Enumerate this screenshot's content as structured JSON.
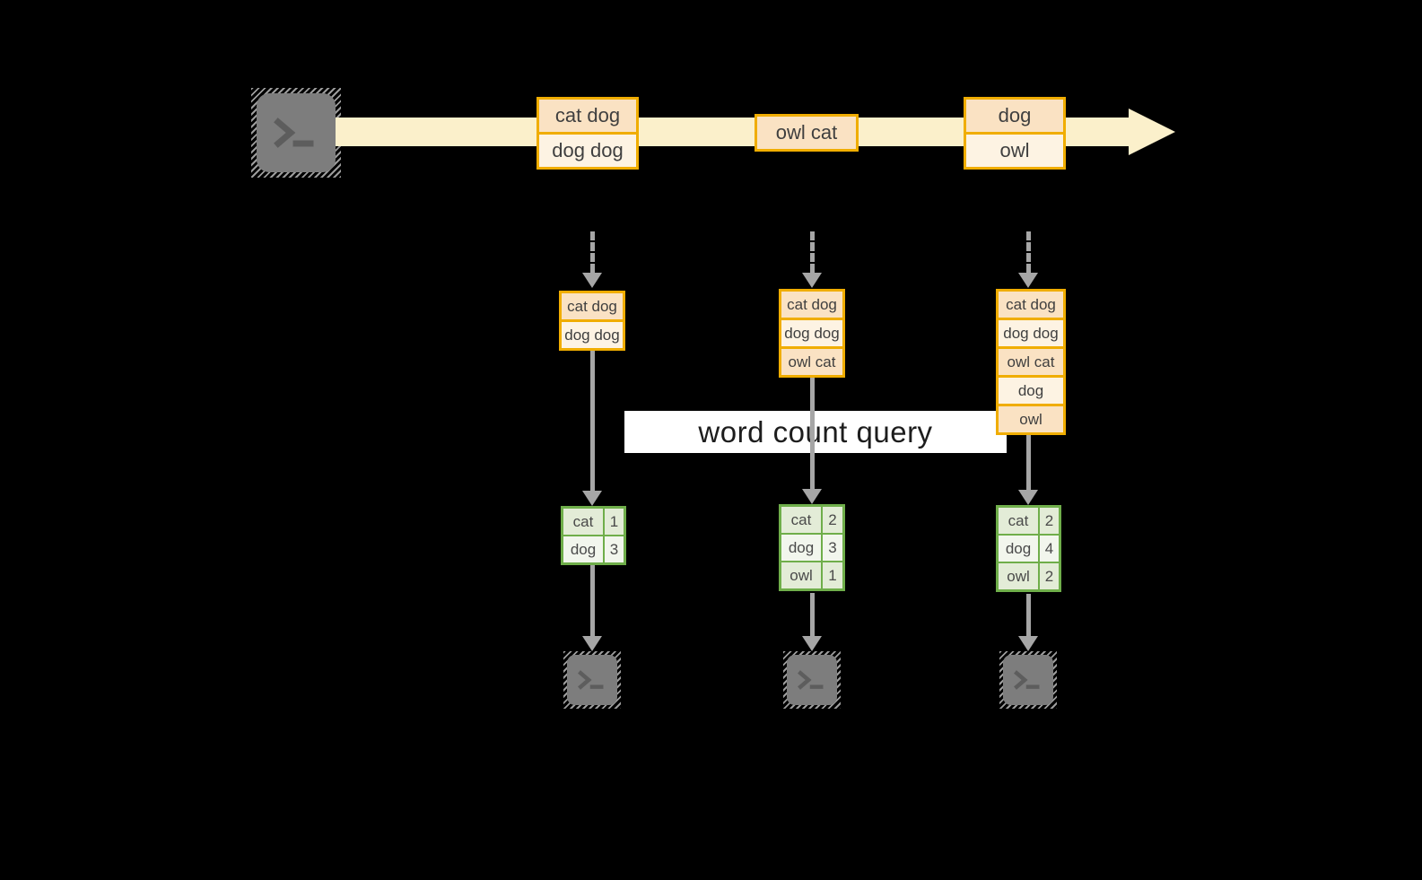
{
  "query": {
    "label": "word count query"
  },
  "stream": {
    "source_icon": "terminal",
    "events": [
      {
        "rows": [
          "cat dog",
          "dog dog"
        ]
      },
      {
        "rows": [
          "owl cat"
        ]
      },
      {
        "rows": [
          "dog",
          "owl"
        ]
      }
    ]
  },
  "columns": [
    {
      "batch_rows": [
        "cat dog",
        "dog dog"
      ],
      "counts": [
        {
          "word": "cat",
          "count": "1"
        },
        {
          "word": "dog",
          "count": "3"
        }
      ]
    },
    {
      "batch_rows": [
        "cat dog",
        "dog dog",
        "owl cat"
      ],
      "counts": [
        {
          "word": "cat",
          "count": "2"
        },
        {
          "word": "dog",
          "count": "3"
        },
        {
          "word": "owl",
          "count": "1"
        }
      ]
    },
    {
      "batch_rows": [
        "cat dog",
        "dog dog",
        "owl cat",
        "dog",
        "owl"
      ],
      "counts": [
        {
          "word": "cat",
          "count": "2"
        },
        {
          "word": "dog",
          "count": "4"
        },
        {
          "word": "owl",
          "count": "2"
        }
      ]
    }
  ],
  "colors": {
    "stream_band": "#fbf0cb",
    "event_fill_dark": "#fae2c3",
    "event_fill_light": "#fdf3e3",
    "event_border": "#f0ad00",
    "table_border": "#6fae4a",
    "table_row_green": "#e3ecd7",
    "table_row_white": "#f2f6ed",
    "arrow_gray": "#a6a6a6",
    "terminal_gray": "#7d7d7d",
    "query_bg": "#ffffff"
  }
}
